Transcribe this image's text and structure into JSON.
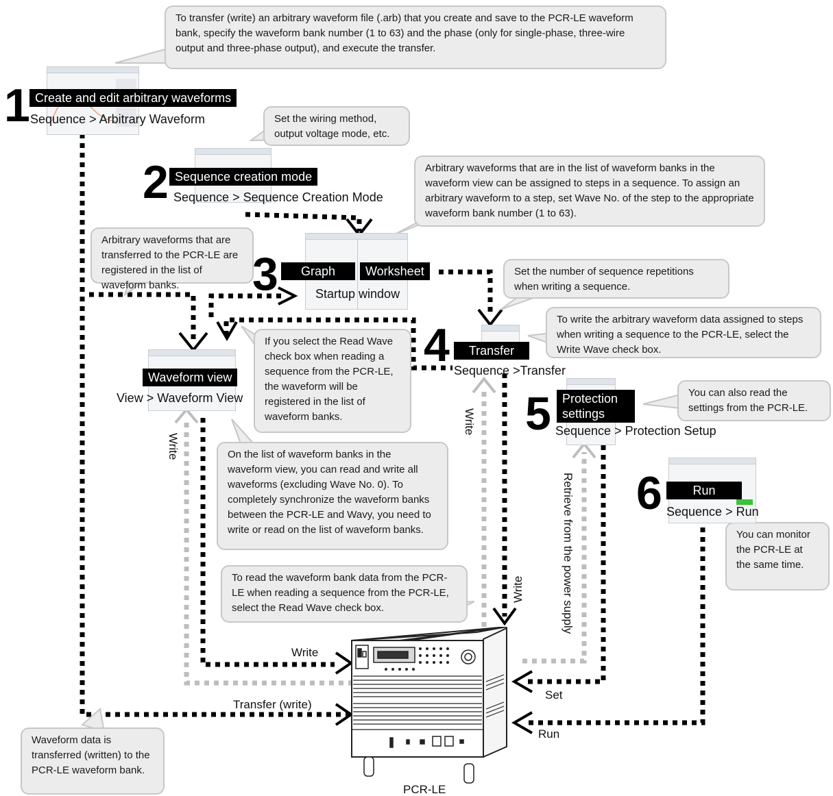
{
  "callouts": {
    "transfer_arb": "To transfer (write) an arbitrary waveform file (.arb) that you create and save to the PCR-LE waveform bank, specify the waveform bank number (1 to 63) and the phase (only for single-phase, three-wire output and three-phase output), and execute the transfer.",
    "wiring": "Set the wiring method, output voltage mode, etc.",
    "assign_steps": "Arbitrary waveforms that are in the list of waveform banks in the waveform view can be assigned to steps in a sequence. To assign an arbitrary waveform to a step, set Wave No. of the step to the appropriate waveform bank number (1 to 63).",
    "registered_list": "Arbitrary waveforms that are transferred to the PCR-LE are registered in the list of waveform banks.",
    "repetitions": "Set the number of sequence repetitions when writing a sequence.",
    "write_wave": "To write the arbitrary waveform data assigned to steps when writing a sequence to the PCR-LE, select the Write Wave check box.",
    "read_wave_cb": "If you select the Read Wave check box when reading a sequence from the PCR-LE, the waveform will be registered in the list of waveform banks.",
    "read_settings": "You can also read the settings from the PCR-LE.",
    "sync_banks": "On the list of waveform banks in the waveform view, you can read and write all waveforms (excluding Wave No. 0). To completely synchronize the waveform banks between the PCR-LE and Wavy, you need to write or read on the list of waveform banks.",
    "monitor": "You can monitor the PCR-LE at the same time.",
    "read_bank": "To read the waveform bank data from the PCR-LE when reading a sequence from the PCR-LE, select the Read Wave check box.",
    "transferred": "Waveform data is transferred (written) to the PCR-LE waveform bank."
  },
  "steps": {
    "s1": {
      "num": "1",
      "title": "Create and edit arbitrary waveforms",
      "menu": "Sequence > Arbitrary Waveform"
    },
    "s2": {
      "num": "2",
      "title": "Sequence creation mode",
      "menu": "Sequence > Sequence Creation Mode"
    },
    "s3": {
      "num": "3",
      "graph": "Graph",
      "worksheet": "Worksheet",
      "menu": "Startup window"
    },
    "wv": {
      "title": "Waveform view",
      "menu": "View > Waveform View"
    },
    "s4": {
      "num": "4",
      "title": "Transfer",
      "menu": "Sequence >Transfer"
    },
    "s5": {
      "num": "5",
      "title_l1": "Protection",
      "title_l2": "settings",
      "menu": "Sequence > Protection Setup"
    },
    "s6": {
      "num": "6",
      "title": "Run",
      "menu": "Sequence > Run"
    }
  },
  "labels": {
    "write_left": "Write",
    "write_mid": "Write",
    "write_right": "Write",
    "write_horizontal": "Write",
    "transfer_write": "Transfer (write)",
    "retrieve": "Retrieve from the power supply",
    "set": "Set",
    "run": "Run",
    "device": "PCR-LE"
  },
  "colors": {
    "black_wire": "#000000",
    "gray_wire": "#bdbdbd",
    "callout_bg": "#ececec"
  }
}
